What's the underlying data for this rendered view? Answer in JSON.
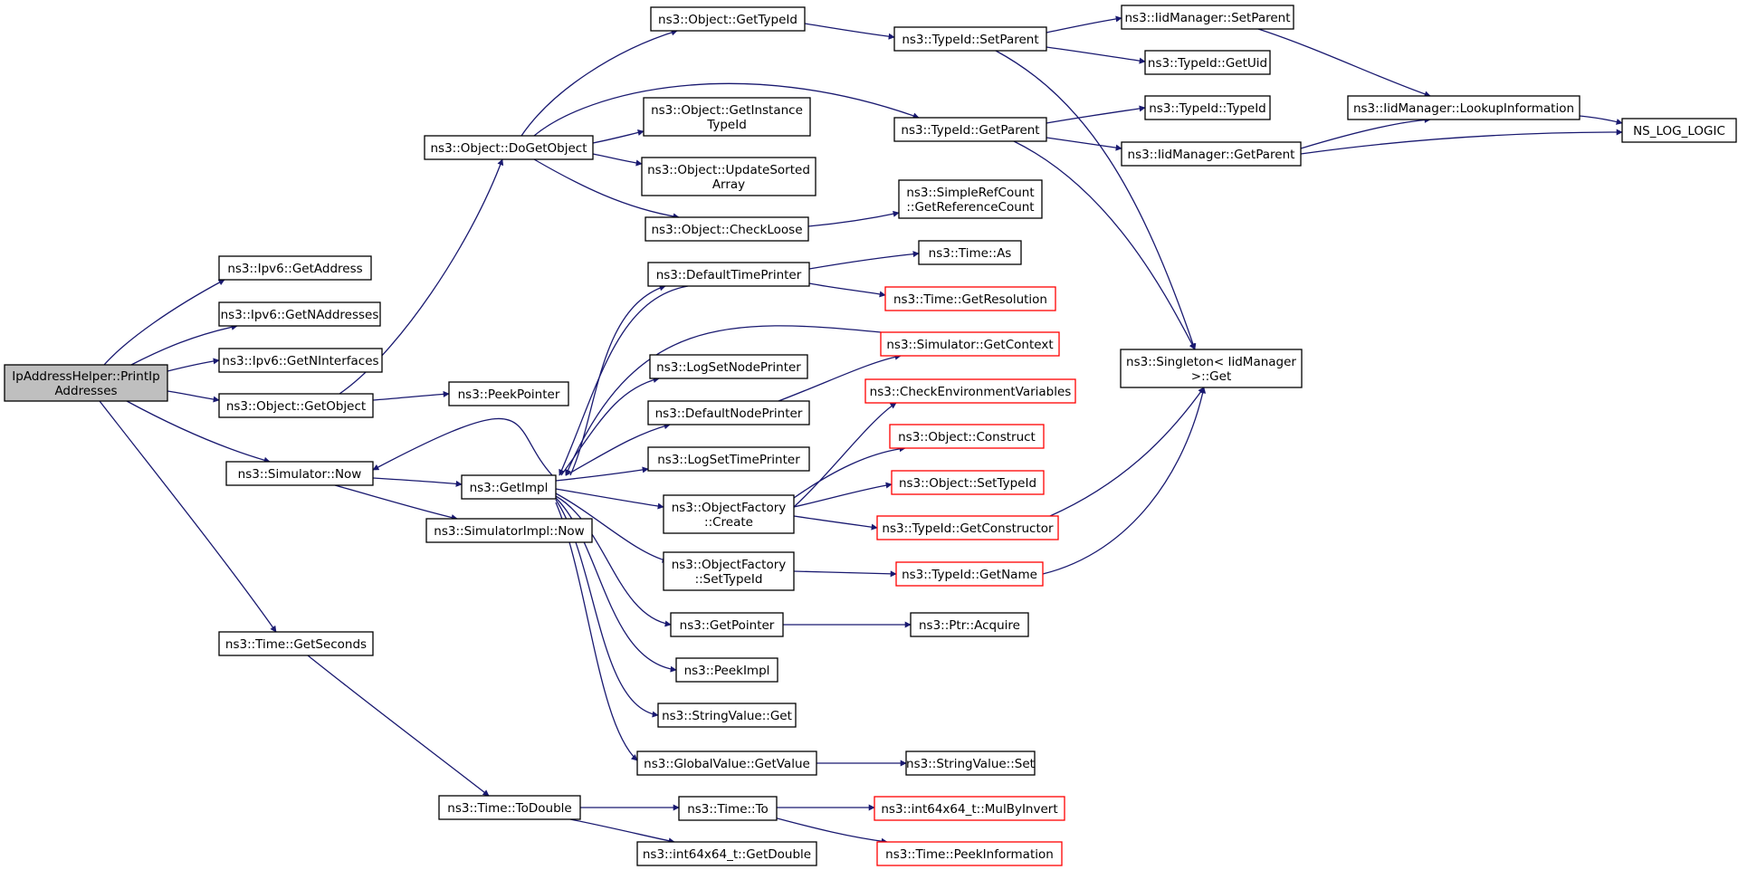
{
  "diagram": {
    "type": "call-graph",
    "colors": {
      "edge": "#191970",
      "node_border": "#000000",
      "node_border_incomplete": "#ff0000",
      "root_fill": "#bfbfbf",
      "node_fill": "#ffffff"
    },
    "nodes": [
      {
        "id": "root",
        "lines": [
          "IpAddressHelper::PrintIp",
          "Addresses"
        ],
        "style": "root"
      },
      {
        "id": "ipv6_getaddress",
        "lines": [
          "ns3::Ipv6::GetAddress"
        ]
      },
      {
        "id": "ipv6_getnaddresses",
        "lines": [
          "ns3::Ipv6::GetNAddresses"
        ]
      },
      {
        "id": "ipv6_getninterfaces",
        "lines": [
          "ns3::Ipv6::GetNInterfaces"
        ]
      },
      {
        "id": "object_getobject",
        "lines": [
          "ns3::Object::GetObject"
        ]
      },
      {
        "id": "peekpointer",
        "lines": [
          "ns3::PeekPointer"
        ]
      },
      {
        "id": "simulator_now",
        "lines": [
          "ns3::Simulator::Now"
        ]
      },
      {
        "id": "time_getseconds",
        "lines": [
          "ns3::Time::GetSeconds"
        ]
      },
      {
        "id": "object_dogetobject",
        "lines": [
          "ns3::Object::DoGetObject"
        ]
      },
      {
        "id": "getimpl",
        "lines": [
          "ns3::GetImpl"
        ]
      },
      {
        "id": "simulatorimpl_now",
        "lines": [
          "ns3::SimulatorImpl::Now"
        ]
      },
      {
        "id": "time_todouble",
        "lines": [
          "ns3::Time::ToDouble"
        ]
      },
      {
        "id": "object_gettypeid",
        "lines": [
          "ns3::Object::GetTypeId"
        ]
      },
      {
        "id": "object_getinstancetypeid",
        "lines": [
          "ns3::Object::GetInstance",
          "TypeId"
        ]
      },
      {
        "id": "object_updatesortedarray",
        "lines": [
          "ns3::Object::UpdateSorted",
          "Array"
        ]
      },
      {
        "id": "object_checkloose",
        "lines": [
          "ns3::Object::CheckLoose"
        ]
      },
      {
        "id": "defaulttimeprinter",
        "lines": [
          "ns3::DefaultTimePrinter"
        ]
      },
      {
        "id": "logsetnodeprinter",
        "lines": [
          "ns3::LogSetNodePrinter"
        ]
      },
      {
        "id": "defaultnodeprinter",
        "lines": [
          "ns3::DefaultNodePrinter"
        ]
      },
      {
        "id": "logsettimeprinter",
        "lines": [
          "ns3::LogSetTimePrinter"
        ]
      },
      {
        "id": "objectfactory_create",
        "lines": [
          "ns3::ObjectFactory",
          "::Create"
        ]
      },
      {
        "id": "objectfactory_settypeid",
        "lines": [
          "ns3::ObjectFactory",
          "::SetTypeId"
        ]
      },
      {
        "id": "getpointer",
        "lines": [
          "ns3::GetPointer"
        ]
      },
      {
        "id": "peekimpl",
        "lines": [
          "ns3::PeekImpl"
        ]
      },
      {
        "id": "stringvalue_get",
        "lines": [
          "ns3::StringValue::Get"
        ]
      },
      {
        "id": "globalvalue_getvalue",
        "lines": [
          "ns3::GlobalValue::GetValue"
        ]
      },
      {
        "id": "time_to",
        "lines": [
          "ns3::Time::To"
        ]
      },
      {
        "id": "int64_getdouble",
        "lines": [
          "ns3::int64x64_t::GetDouble"
        ]
      },
      {
        "id": "typeid_setparent",
        "lines": [
          "ns3::TypeId::SetParent"
        ]
      },
      {
        "id": "typeid_getparent",
        "lines": [
          "ns3::TypeId::GetParent"
        ]
      },
      {
        "id": "simplerefcount",
        "lines": [
          "ns3::SimpleRefCount",
          "::GetReferenceCount"
        ]
      },
      {
        "id": "time_as",
        "lines": [
          "ns3::Time::As"
        ]
      },
      {
        "id": "time_getresolution",
        "lines": [
          "ns3::Time::GetResolution"
        ],
        "style": "red"
      },
      {
        "id": "simulator_getcontext",
        "lines": [
          "ns3::Simulator::GetContext"
        ],
        "style": "red"
      },
      {
        "id": "checkenv",
        "lines": [
          "ns3::CheckEnvironmentVariables"
        ],
        "style": "red"
      },
      {
        "id": "object_construct",
        "lines": [
          "ns3::Object::Construct"
        ],
        "style": "red"
      },
      {
        "id": "object_settypeid",
        "lines": [
          "ns3::Object::SetTypeId"
        ],
        "style": "red"
      },
      {
        "id": "typeid_getconstructor",
        "lines": [
          "ns3::TypeId::GetConstructor"
        ],
        "style": "red"
      },
      {
        "id": "typeid_getname",
        "lines": [
          "ns3::TypeId::GetName"
        ],
        "style": "red"
      },
      {
        "id": "ptr_acquire",
        "lines": [
          "ns3::Ptr::Acquire"
        ]
      },
      {
        "id": "stringvalue_set",
        "lines": [
          "ns3::StringValue::Set"
        ]
      },
      {
        "id": "int64_mulbyinvert",
        "lines": [
          "ns3::int64x64_t::MulByInvert"
        ],
        "style": "red"
      },
      {
        "id": "time_peekinformation",
        "lines": [
          "ns3::Time::PeekInformation"
        ],
        "style": "red"
      },
      {
        "id": "iidmanager_setparent",
        "lines": [
          "ns3::IidManager::SetParent"
        ]
      },
      {
        "id": "typeid_getuid",
        "lines": [
          "ns3::TypeId::GetUid"
        ]
      },
      {
        "id": "typeid_typeid",
        "lines": [
          "ns3::TypeId::TypeId"
        ]
      },
      {
        "id": "iidmanager_getparent",
        "lines": [
          "ns3::IidManager::GetParent"
        ]
      },
      {
        "id": "singleton_get",
        "lines": [
          "ns3::Singleton< IidManager",
          " >::Get"
        ]
      },
      {
        "id": "iidmanager_lookup",
        "lines": [
          "ns3::IidManager::LookupInformation"
        ]
      },
      {
        "id": "ns_log_logic",
        "lines": [
          "NS_LOG_LOGIC"
        ]
      }
    ]
  }
}
